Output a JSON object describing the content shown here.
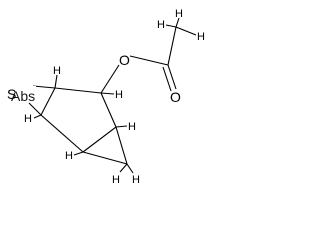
{
  "structure": {
    "atoms": {
      "sulfur": "S",
      "abs_label": "Abs",
      "oxygen_ester": "O",
      "oxygen_carbonyl": "O"
    },
    "hydrogens": {
      "h_methyl_1": "H",
      "h_methyl_2": "H",
      "h_methyl_3": "H",
      "h_c_episulfide_top": "H",
      "h_c_ester": "H",
      "h_c_episulfide_bottom": "H",
      "h_c_bridge_right": "H",
      "h_c_bridge_left": "H",
      "h_ch2_1": "H",
      "h_ch2_2": "H"
    }
  }
}
